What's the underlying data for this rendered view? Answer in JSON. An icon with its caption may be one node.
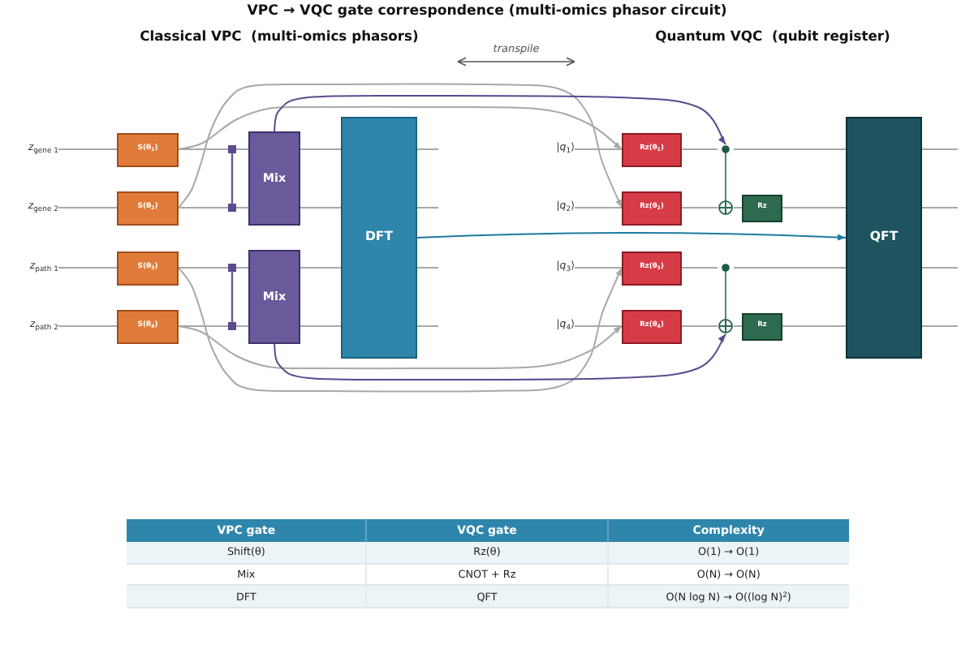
{
  "diagram": {
    "title": "VPC → VQC gate correspondence (multi-omics phasor circuit)",
    "nodes": [
      {
        "text": [
          "*z*$_{gene 1}$"
        ]
      },
      {
        "text": [
          "*z*$_{gene 2}$"
        ]
      },
      {
        "text": [
          "*z*$_{path 1}$"
        ]
      },
      {
        "text": [
          "*z*$_{path 2}$"
        ]
      },
      {
        "text": [
          "S(θ$_{1}$)"
        ]
      },
      {
        "text": [
          "S(θ$_{2}$)"
        ]
      },
      {
        "text": [
          "S(θ$_{3}$)"
        ]
      },
      {
        "text": [
          "S(θ$_{4}$)"
        ]
      },
      {
        "text": [
          "Mix"
        ]
      },
      {
        "text": [
          "Mix"
        ]
      },
      {
        "text": [
          "DFT"
        ]
      },
      {
        "text": [
          "|*q*$_{1}$⟩"
        ]
      },
      {
        "text": [
          "|*q*$_{2}$⟩"
        ]
      },
      {
        "text": [
          "|*q*$_{3}$⟩"
        ]
      },
      {
        "text": [
          "|*q*$_{4}$⟩"
        ]
      },
      {
        "text": [
          "Rz(θ$_{1}$)"
        ]
      },
      {
        "text": [
          "Rz(θ$_{2}$)"
        ]
      },
      {
        "text": [
          "Rz(θ$_{3}$)"
        ]
      },
      {
        "text": [
          "Rz(θ$_{4}$)"
        ]
      },
      {
        "text": [],
        "shape": "picture"
      },
      {
        "text": [],
        "shape": "picture"
      },
      {
        "text": [
          "Rz"
        ]
      },
      {
        "text": [
          "Rz"
        ]
      },
      {
        "text": [
          "QFT"
        ]
      }
    ],
    "edges": [
      {
        "from": 0,
        "to": 4,
        "arrow": "none"
      },
      {
        "from": 4,
        "to": 8,
        "arrow": "none"
      },
      {
        "from": 8,
        "to": 10,
        "arrow": "none"
      },
      {
        "from": 10,
        "to": null,
        "arrow": "none"
      },
      {
        "from": 1,
        "to": 5,
        "arrow": "none"
      },
      {
        "from": 5,
        "to": 8,
        "arrow": "none"
      },
      {
        "from": 8,
        "to": 10,
        "arrow": "none"
      },
      {
        "from": 10,
        "to": null,
        "arrow": "none"
      },
      {
        "from": 2,
        "to": 6,
        "arrow": "none"
      },
      {
        "from": 6,
        "to": 9,
        "arrow": "none"
      },
      {
        "from": 9,
        "to": 10,
        "arrow": "none"
      },
      {
        "from": 10,
        "to": null,
        "arrow": "none"
      },
      {
        "from": 3,
        "to": 7,
        "arrow": "none"
      },
      {
        "from": 7,
        "to": 9,
        "arrow": "none"
      },
      {
        "from": 9,
        "to": 10,
        "arrow": "none"
      },
      {
        "from": 10,
        "to": null,
        "arrow": "none"
      },
      {
        "from": 11,
        "to": 15,
        "arrow": "none"
      },
      {
        "from": 15,
        "to": 19,
        "arrow": "none"
      },
      {
        "from": 19,
        "to": 23,
        "arrow": "none"
      },
      {
        "from": 23,
        "to": null,
        "arrow": "none"
      },
      {
        "from": 12,
        "to": 16,
        "arrow": "none"
      },
      {
        "from": 16,
        "to": 19,
        "arrow": "none"
      },
      {
        "from": 19,
        "to": 21,
        "arrow": "none"
      },
      {
        "from": 21,
        "to": 23,
        "arrow": "none"
      },
      {
        "from": 23,
        "to": null,
        "arrow": "none"
      },
      {
        "from": 13,
        "to": 17,
        "arrow": "none"
      },
      {
        "from": 17,
        "to": 20,
        "arrow": "none"
      },
      {
        "from": 20,
        "to": 23,
        "arrow": "none"
      },
      {
        "from": 23,
        "to": null,
        "arrow": "none"
      },
      {
        "from": 14,
        "to": 18,
        "arrow": "none"
      },
      {
        "from": 18,
        "to": 20,
        "arrow": "none"
      },
      {
        "from": 20,
        "to": 22,
        "arrow": "none"
      },
      {
        "from": 22,
        "to": 23,
        "arrow": "none"
      },
      {
        "from": 23,
        "to": null,
        "arrow": "none"
      },
      {
        "from": 4,
        "to": 15,
        "arrow": "to"
      },
      {
        "from": 5,
        "to": 16,
        "arrow": "to"
      },
      {
        "from": 6,
        "to": 17,
        "arrow": "to"
      },
      {
        "from": 7,
        "to": 18,
        "arrow": "to"
      },
      {
        "from": 8,
        "to": 19,
        "arrow": "to",
        "color": "#5b4a8f"
      },
      {
        "from": 9,
        "to": 20,
        "arrow": "to",
        "color": "#5b4a8f"
      },
      {
        "from": 10,
        "to": 23,
        "arrow": "to",
        "color": "#1f7a9c"
      }
    ],
    "labels": [
      "Classical VPC  (multi-omics phasors)",
      "Quantum VQC  (qubit register)",
      "transpile",
      "VPC gate",
      "VQC gate",
      "Complexity",
      "Shift(θ)",
      "Rz(θ)",
      "O(1) → O(1)",
      "Mix",
      "CNOT + Rz",
      "O(N) → O(N)",
      "DFT",
      "QFT",
      "O(N log N) → O((log N)$^{2}$)"
    ]
  }
}
